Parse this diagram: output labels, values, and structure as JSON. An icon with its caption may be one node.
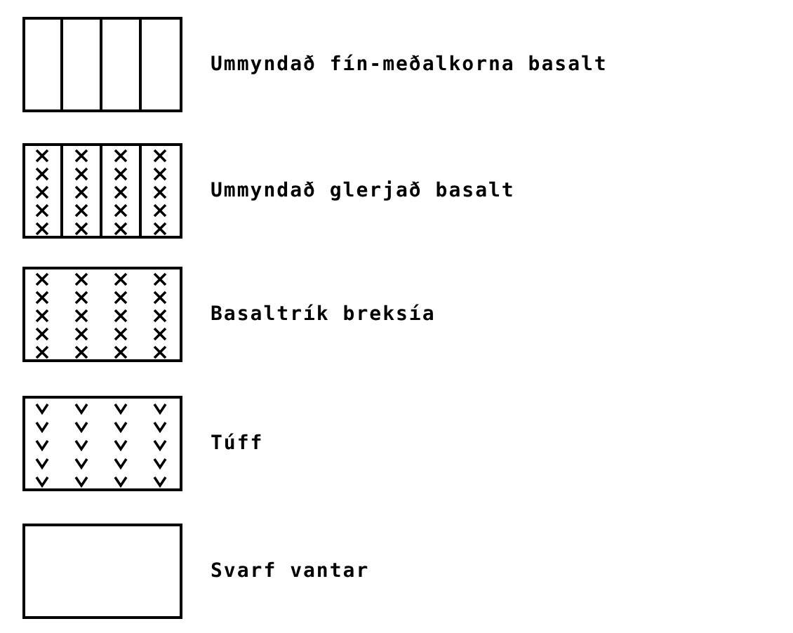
{
  "diagram": {
    "legend": [
      {
        "text": "Ummyndað fín-meðalkorna basalt"
      },
      {
        "text": "Ummyndað glerjað basalt"
      },
      {
        "text": "Basaltrík breksía"
      },
      {
        "text": "Túff"
      },
      {
        "text": "Svarf vantar"
      }
    ]
  }
}
